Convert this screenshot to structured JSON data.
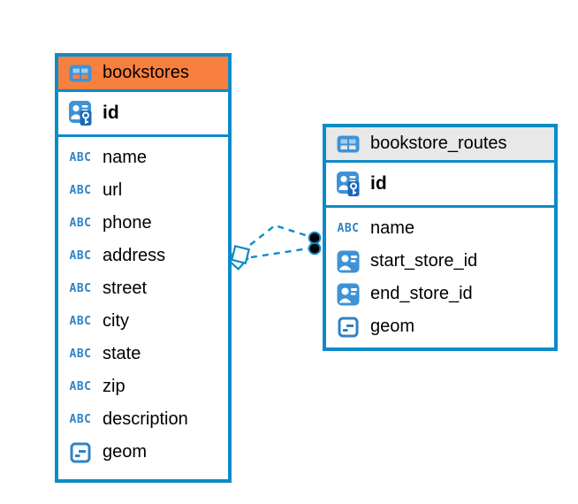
{
  "colors": {
    "accent_blue": "#0d8bc9",
    "header_orange": "#f8803f",
    "header_gray": "#e8e8e8",
    "icon_blue": "#3f92d6",
    "icon_light_blue": "#9fcef2",
    "type_icon_blue": "#2e83c6",
    "key_badge_blue": "#1a6ab8",
    "relationship_line_blue": "#0d8bc9",
    "text_color": "#000000"
  },
  "icons": {
    "text_type_label": "ABC"
  },
  "tables": [
    {
      "name": "bookstores",
      "header_style": "orange",
      "primary_key": "id",
      "columns": [
        {
          "name": "name",
          "type": "text"
        },
        {
          "name": "url",
          "type": "text"
        },
        {
          "name": "phone",
          "type": "text"
        },
        {
          "name": "address",
          "type": "text"
        },
        {
          "name": "street",
          "type": "text"
        },
        {
          "name": "city",
          "type": "text"
        },
        {
          "name": "state",
          "type": "text"
        },
        {
          "name": "zip",
          "type": "text"
        },
        {
          "name": "description",
          "type": "text"
        },
        {
          "name": "geom",
          "type": "geometry"
        }
      ]
    },
    {
      "name": "bookstore_routes",
      "header_style": "gray",
      "primary_key": "id",
      "columns": [
        {
          "name": "name",
          "type": "text"
        },
        {
          "name": "start_store_id",
          "type": "reference"
        },
        {
          "name": "end_store_id",
          "type": "reference"
        },
        {
          "name": "geom",
          "type": "geometry"
        }
      ]
    }
  ],
  "relationships": [
    {
      "from_table": "bookstores",
      "to_table": "bookstore_routes",
      "line_style": "dashed"
    },
    {
      "from_table": "bookstores",
      "to_table": "bookstore_routes",
      "line_style": "dashed"
    }
  ]
}
